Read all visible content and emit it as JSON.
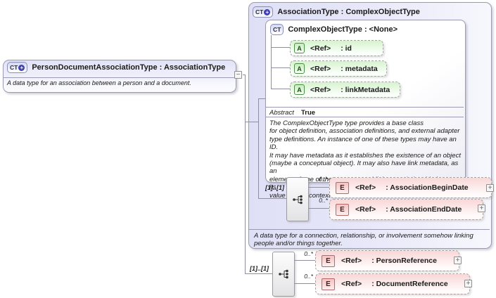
{
  "left_type": {
    "icon": "CT",
    "icon_plus": "+",
    "title": "PersonDocumentAssociationType : AssociationType",
    "description": "A data type for an association between a person and a document.",
    "collapse_glyph": "−"
  },
  "association_type": {
    "icon": "CT",
    "icon_plus": "+",
    "title": "AssociationType : ComplexObjectType",
    "description": "A data type for a connection, relationship, or involvement somehow linking\npeople and/or things together.",
    "base": {
      "icon": "CT",
      "title": "ComplexObjectType : <None>",
      "attributes": [
        {
          "icon": "A",
          "ref": "<Ref>",
          "name": ": id"
        },
        {
          "icon": "A",
          "ref": "<Ref>",
          "name": ": metadata"
        },
        {
          "icon": "A",
          "ref": "<Ref>",
          "name": ": linkMetadata"
        }
      ],
      "facet_label": "Abstract",
      "facet_value": "True",
      "doc": "The ComplexObjectType type provides a base class\nfor object definition, association definitions, and external adapter\ntype definitions. An instance of one of these types may have an ID.\nIt may have metadata as it establishes the existence of an object\n(maybe a conceptual object). It may also have link metadata, as an\nelement of one of these types establishes a relationship between its\nvalue and its context."
    },
    "sequence": {
      "cardinality": "[1]..[1]",
      "elements": [
        {
          "occurs": "0..*",
          "icon": "E",
          "ref": "<Ref>",
          "name": ": AssociationBeginDate",
          "expand_glyph": "+"
        },
        {
          "occurs": "0..*",
          "icon": "E",
          "ref": "<Ref>",
          "name": ": AssociationEndDate",
          "expand_glyph": "+"
        }
      ]
    }
  },
  "bottom_sequence": {
    "cardinality": "[1]..[1]",
    "elements": [
      {
        "occurs": "0..*",
        "icon": "E",
        "ref": "<Ref>",
        "name": ": PersonReference",
        "expand_glyph": "+"
      },
      {
        "occurs": "0..*",
        "icon": "E",
        "ref": "<Ref>",
        "name": ": DocumentReference",
        "expand_glyph": "+"
      }
    ]
  },
  "colors": {
    "accent_lavender": "#dfdff6",
    "attr_green": "#d6f3cd",
    "elem_pink": "#f9d7d7",
    "line_gray": "#8f8f9f"
  }
}
